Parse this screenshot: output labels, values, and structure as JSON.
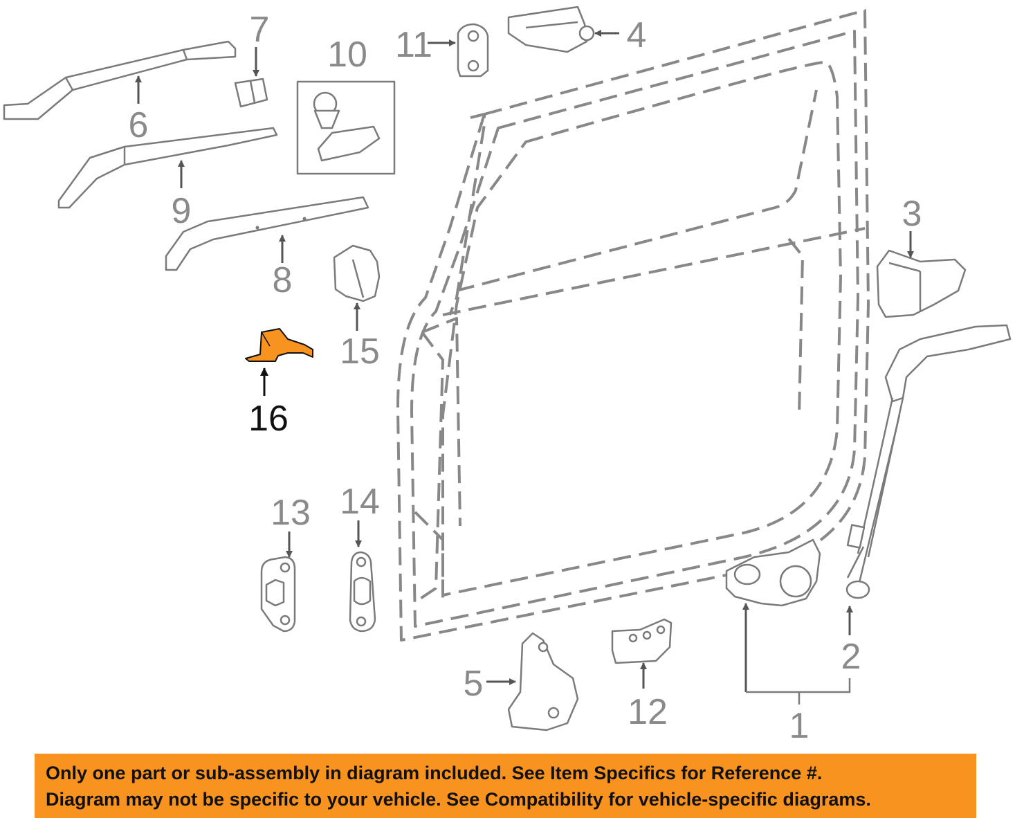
{
  "colors": {
    "banner": "#f7931e",
    "highlight_part": "#f7931e",
    "part_outline": "#7a7a7a",
    "label_gray": "#8a8a8a",
    "label_highlight": "#111111"
  },
  "highlighted_part": "16",
  "labels": {
    "p1": "1",
    "p2": "2",
    "p3": "3",
    "p4": "4",
    "p5": "5",
    "p6": "6",
    "p7": "7",
    "p8": "8",
    "p9": "9",
    "p10": "10",
    "p11": "11",
    "p12": "12",
    "p13": "13",
    "p14": "14",
    "p15": "15",
    "p16": "16"
  },
  "disclaimer": {
    "line1": "Only one part or sub-assembly in diagram included. See Item Specifics for Reference #.",
    "line2": "Diagram may not be specific to your vehicle. See Compatibility for vehicle-specific diagrams."
  }
}
